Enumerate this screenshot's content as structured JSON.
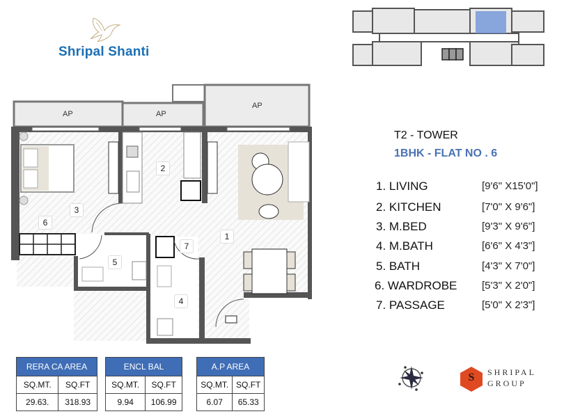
{
  "brand": {
    "project_name": "Shripal Shanti",
    "logo_icon": "dove-icon",
    "group_name_line1": "SHRIPAL",
    "group_name_line2": "GROUP",
    "group_logo_letter": "S",
    "group_color": "#e04a22"
  },
  "heading": {
    "tower": "T2  -  TOWER",
    "flat": "1BHK - FLAT NO . 6",
    "flat_color": "#4a72b3"
  },
  "rooms": [
    {
      "name": "1. LIVING",
      "dim": "[9'6\" X15'0\"]"
    },
    {
      "name": "2. KITCHEN",
      "dim": "[7'0\" X 9'6\"]"
    },
    {
      "name": "3. M.BED",
      "dim": "[9'3\" X 9'6\"]"
    },
    {
      "name": "4. M.BATH",
      "dim": "[6'6\" X 4'3\"]"
    },
    {
      "name": "5. BATH",
      "dim": "[4'3\" X 7'0\"]"
    },
    {
      "name": "6. WARDROBE",
      "dim": "[5'3\" X 2'0\"]"
    },
    {
      "name": "7. PASSAGE",
      "dim": "[5'0\" X 2'3\"]"
    }
  ],
  "plan": {
    "balcony_labels": [
      "AP",
      "AP",
      "AP"
    ],
    "room_numbers": [
      "1",
      "2",
      "3",
      "4",
      "5",
      "6",
      "7"
    ]
  },
  "area_tables": [
    {
      "title": "RERA CA AREA",
      "col1": "SQ.MT.",
      "col2": "SQ.FT",
      "val1": "29.63.",
      "val2": "318.93"
    },
    {
      "title": "ENCL BAL",
      "col1": "SQ.MT.",
      "col2": "SQ.FT",
      "val1": "9.94",
      "val2": "106.99"
    },
    {
      "title": "A.P AREA",
      "col1": "SQ.MT.",
      "col2": "SQ.FT",
      "val1": "6.07",
      "val2": "65.33"
    }
  ],
  "header_color": "#3f6eb7",
  "icons": {
    "compass": "compass-rose-icon",
    "key_plan": "key-plan-diagram"
  }
}
